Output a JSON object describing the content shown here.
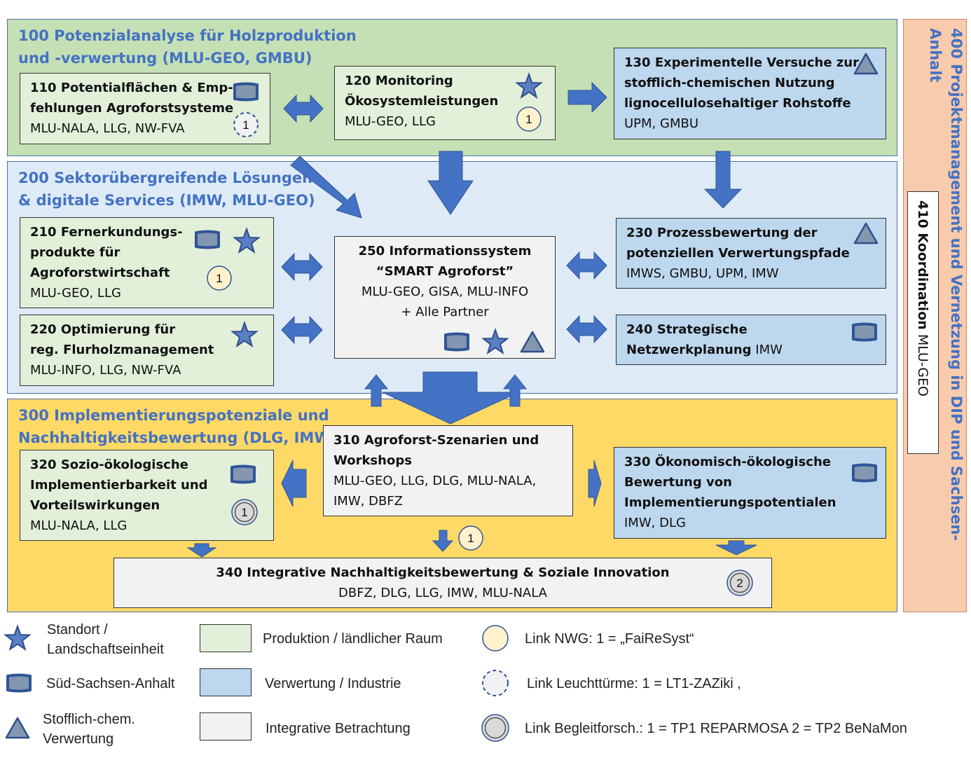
{
  "colors": {
    "accent_blue": "#4472c4",
    "production_green": "#e2efd9",
    "utilization_blue": "#bdd7ee",
    "integrative_grey": "#f2f2f2",
    "wp100_bg": "#c5e0b4",
    "wp200_bg": "#deebf7",
    "wp300_bg": "#ffd966",
    "wp400_bg": "#f8cbad",
    "link_nwg": "#fff2cc",
    "link_leuchtturm": "#f2f2f2",
    "link_begleit": "#d9d9d9"
  },
  "wp100": {
    "title_line1": "100 Potenzialanalyse für Holzproduktion",
    "title_line2": "und -verwertung (MLU-GEO, GMBU)"
  },
  "wp200": {
    "title_line1": "200 Sektorübergreifende Lösungen",
    "title_line2": "& digitale Services  (IMW, MLU-GEO)"
  },
  "wp300": {
    "title_line1": "300 Implementierungspotenziale und",
    "title_line2": "Nachhaltigkeitsbewertung (DLG, IMW)"
  },
  "wp400": {
    "title": "400 Projektmanagement und Vernetzung in DIP und Sachsen-Anhalt"
  },
  "wp410": {
    "title_bold": "410 Koordination",
    "partners": " MLU-GEO"
  },
  "boxes": {
    "b110": {
      "line1": "110 Potentialflächen & Emp-",
      "line2": "fehlungen Agroforstsysteme",
      "partners": "MLU-NALA, LLG, NW-FVA",
      "icons": [
        "sued-sachsen-anhalt-icon",
        "link-leuchtturm-1"
      ]
    },
    "b120": {
      "line1": "120 Monitoring",
      "line2": "Ökosystemleistungen",
      "partners": "MLU-GEO, LLG",
      "icons": [
        "star-icon",
        "link-nwg-1"
      ]
    },
    "b130": {
      "line1": "130 Experimentelle Versuche zur",
      "line2": "stofflich-chemischen Nutzung",
      "line3": "lignocellulosehaltiger Rohstoffe",
      "partners": "UPM, GMBU",
      "icons": [
        "triangle-icon"
      ]
    },
    "b210": {
      "line1": "210 Fernerkundungs-",
      "line2": "produkte für",
      "line3": "Agroforstwirtschaft",
      "partners": "MLU-GEO, LLG",
      "icons": [
        "sued-sachsen-anhalt-icon",
        "star-icon",
        "link-nwg-1"
      ]
    },
    "b220": {
      "line1": "220 Optimierung für",
      "line2": "reg. Flurholzmanagement",
      "partners": "MLU-INFO, LLG, NW-FVA",
      "icons": [
        "star-icon"
      ]
    },
    "b250": {
      "line1": "250 Informationssystem",
      "line2": "“SMART Agroforst”",
      "partners1": "MLU-GEO, GISA, MLU-INFO",
      "partners2": "+ Alle Partner",
      "icons": [
        "sued-sachsen-anhalt-icon",
        "star-icon",
        "triangle-icon"
      ]
    },
    "b230": {
      "line1": "230 Prozessbewertung der",
      "line2": "potenziellen Verwertungspfade",
      "partners": "IMWS, GMBU, UPM, IMW",
      "icons": [
        "triangle-icon"
      ]
    },
    "b240": {
      "line1": "240 Strategische",
      "line2": "Netzwerkplanung",
      "partners": " IMW",
      "icons": [
        "sued-sachsen-anhalt-icon"
      ]
    },
    "b310": {
      "line1": "310 Agroforst-Szenarien und",
      "line2": "Workshops",
      "partners1": "MLU-GEO, LLG, DLG, MLU-NALA,",
      "partners2": "IMW, DBFZ",
      "icons": [
        "link-nwg-1"
      ]
    },
    "b320": {
      "line1": "320 Sozio-ökologische",
      "line2": "Implementierbarkeit und",
      "line3": "Vorteilswirkungen",
      "partners": "MLU-NALA, LLG",
      "icons": [
        "sued-sachsen-anhalt-icon",
        "link-begleit-1"
      ]
    },
    "b330": {
      "line1": "330 Ökonomisch-ökologische",
      "line2": "Bewertung von",
      "line3": "Implementierungspotentialen",
      "partners": "IMW, DLG",
      "icons": [
        "sued-sachsen-anhalt-icon"
      ]
    },
    "b340": {
      "line1": "340 Integrative Nachhaltigkeitsbewertung & Soziale Innovation",
      "partners": "DBFZ, DLG, LLG, IMW, MLU-NALA",
      "icons": [
        "link-begleit-2"
      ]
    }
  },
  "circle_numbers": {
    "one": "1",
    "two": "2"
  },
  "legend": {
    "star": {
      "line1": "Standort /",
      "line2": "Landschaftseinheit"
    },
    "region": "Süd-Sachsen-Anhalt",
    "triangle": {
      "line1": "Stofflich-chem.",
      "line2": "Verwertung"
    },
    "production": "Produktion / ländlicher Raum",
    "utilization": "Verwertung / Industrie",
    "integrative": "Integrative Betrachtung",
    "link_nwg": "Link NWG: 1 = „FaiReSyst“",
    "link_leuchtturm": "Link Leuchttürme: 1 = LT1-ZAZiki ,",
    "link_begleit": "Link Begleitforsch.: 1 = TP1 REPARMOSA  2 = TP2 BeNaMon"
  }
}
